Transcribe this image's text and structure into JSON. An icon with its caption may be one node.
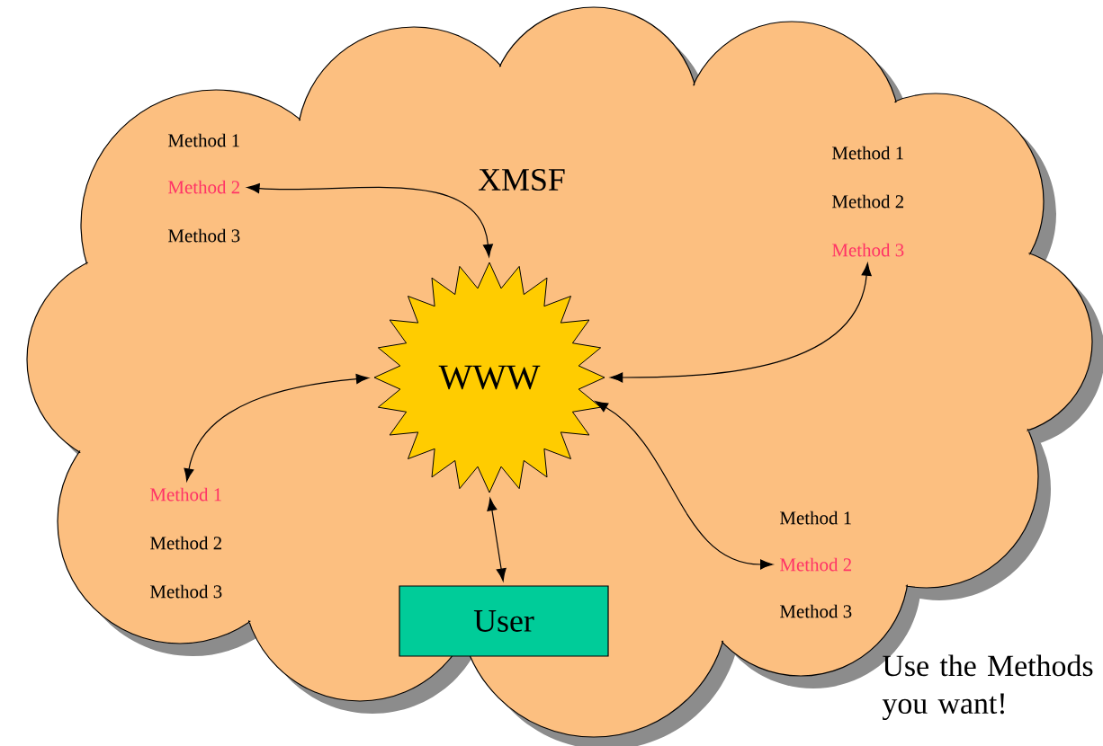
{
  "diagram": {
    "nodes": [
      {
        "text": [
          "XMSF"
        ]
      },
      {
        "text": [
          "Method 1"
        ],
        "in": 0
      },
      {
        "text": [
          "Method 2"
        ],
        "in": 0
      },
      {
        "text": [
          "Method 3"
        ],
        "in": 0
      },
      {
        "text": [
          "Method 1"
        ],
        "in": 0
      },
      {
        "text": [
          "Method 2"
        ],
        "in": 0
      },
      {
        "text": [
          "Method 3"
        ],
        "in": 0
      },
      {
        "text": [
          "WWW"
        ],
        "in": 0
      },
      {
        "text": [
          "Method 1"
        ],
        "in": 0
      },
      {
        "text": [
          "Method 2"
        ],
        "in": 0
      },
      {
        "text": [
          "Method 3"
        ],
        "in": 0
      },
      {
        "text": [
          "Method 1"
        ],
        "in": 0
      },
      {
        "text": [
          "Method 2"
        ],
        "in": 0
      },
      {
        "text": [
          "Method 3"
        ],
        "in": 0
      },
      {
        "text": [
          "User"
        ],
        "in": 0
      }
    ],
    "edges": [
      {
        "from": 7,
        "to": 2,
        "arrow": "both"
      },
      {
        "from": 7,
        "to": 6,
        "arrow": "both"
      },
      {
        "from": 7,
        "to": 8,
        "arrow": "both"
      },
      {
        "from": 7,
        "to": 12,
        "arrow": "both"
      },
      {
        "from": 7,
        "to": 14,
        "arrow": "both"
      }
    ],
    "labels": [
      "Use the Methods you want!"
    ]
  }
}
